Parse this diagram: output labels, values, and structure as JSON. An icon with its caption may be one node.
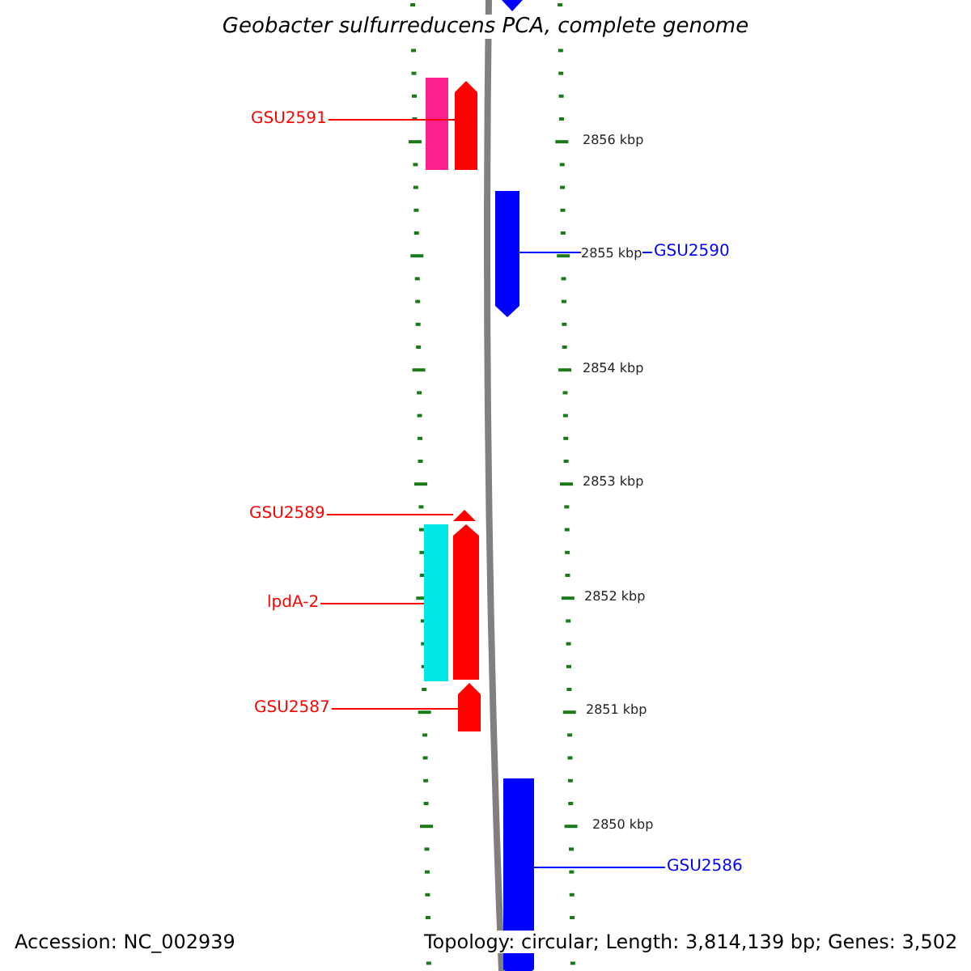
{
  "diagram": {
    "title": "Geobacter sulfurreducens PCA, complete genome",
    "nodes": [
      {
        "text": [],
        "shape": "arrow"
      },
      {
        "text": [
          "GSU2591"
        ]
      },
      {
        "text": [],
        "shape": "bar"
      },
      {
        "text": [],
        "shape": "arrow"
      },
      {
        "text": [
          "GSU2590"
        ]
      },
      {
        "text": [],
        "shape": "arrow"
      },
      {
        "text": [
          "GSU2589"
        ]
      },
      {
        "text": [],
        "shape": "arrow"
      },
      {
        "text": [],
        "shape": "bar"
      },
      {
        "text": [
          "lpdA-2"
        ]
      },
      {
        "text": [],
        "shape": "arrow"
      },
      {
        "text": [
          "GSU2587"
        ]
      },
      {
        "text": [],
        "shape": "arrow"
      },
      {
        "text": [],
        "shape": "arrow"
      },
      {
        "text": [
          "GSU2586"
        ]
      }
    ],
    "edges": [
      {
        "from": 1,
        "to": 3,
        "arrow": "none"
      },
      {
        "from": 4,
        "to": 5,
        "arrow": "none",
        "color": "#0000ff"
      },
      {
        "from": 6,
        "to": 7,
        "arrow": "none"
      },
      {
        "from": 9,
        "to": 8,
        "arrow": "none"
      },
      {
        "from": 11,
        "to": 12,
        "arrow": "none"
      },
      {
        "from": 14,
        "to": 13,
        "arrow": "none",
        "color": "#0000ff"
      }
    ],
    "labels": [
      "2856 kbp",
      "2855 kbp",
      "2854 kbp",
      "2853 kbp",
      "2852 kbp",
      "2851 kbp",
      "2850 kbp",
      "Accession: NC_002939",
      "Topology: circular; Length: 3,814,139 bp; Genes: 3,502"
    ]
  }
}
